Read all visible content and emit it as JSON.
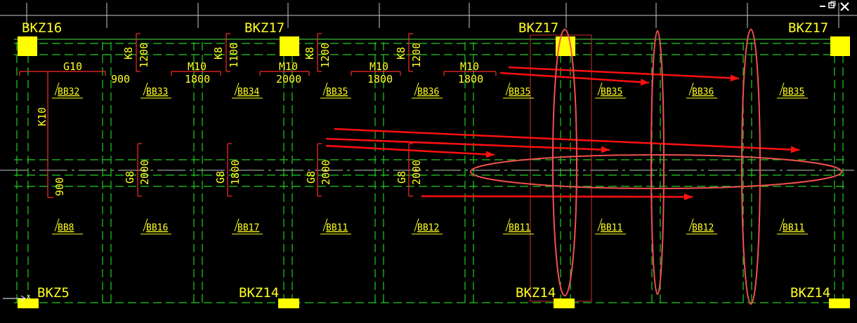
{
  "window": {
    "minimize_icon": "minimize-icon",
    "restore_icon": "restore-icon",
    "close_icon": "close-icon"
  },
  "colors": {
    "background": "#000000",
    "text": "#ffff22",
    "column_fill": "#ffff00",
    "dash_grid": "#22cc22",
    "solid_grid": "#3cb83c",
    "axis": "#c8c8c8",
    "dimension": "#ff2a2a",
    "annotation": "#ff1010"
  },
  "columns": {
    "top": [
      "BKZ16",
      "BKZ17",
      "BKZ17",
      "BKZ17"
    ],
    "bottom": [
      "BKZ5",
      "BKZ14",
      "BKZ14",
      "BKZ14"
    ]
  },
  "openings_top": [
    {
      "label": "K8",
      "size": "1200"
    },
    {
      "label": "K8",
      "size": "1100"
    },
    {
      "label": "K8",
      "size": "1200"
    },
    {
      "label": "K8",
      "size": "1200"
    }
  ],
  "wall_marks": [
    {
      "label": "G10",
      "size": "900"
    },
    {
      "label": "M10",
      "size": "1800"
    },
    {
      "label": "M10",
      "size": "2000"
    },
    {
      "label": "M10",
      "size": "1800"
    },
    {
      "label": "M10",
      "size": "1800"
    }
  ],
  "k10": {
    "label": "K10",
    "size": "900"
  },
  "openings_mid": [
    {
      "label": "G8",
      "size": "2000"
    },
    {
      "label": "G8",
      "size": "1800"
    },
    {
      "label": "G8",
      "size": "2000"
    },
    {
      "label": "G8",
      "size": "2000"
    }
  ],
  "slabs_top": [
    "BB32",
    "BB33",
    "BB34",
    "BB35",
    "BB36",
    "BB35",
    "BB35",
    "BB36",
    "BB35"
  ],
  "slabs_bottom": [
    "BB8",
    "BB16",
    "BB17",
    "BB11",
    "BB12",
    "BB11",
    "BB11",
    "BB12",
    "BB11"
  ]
}
